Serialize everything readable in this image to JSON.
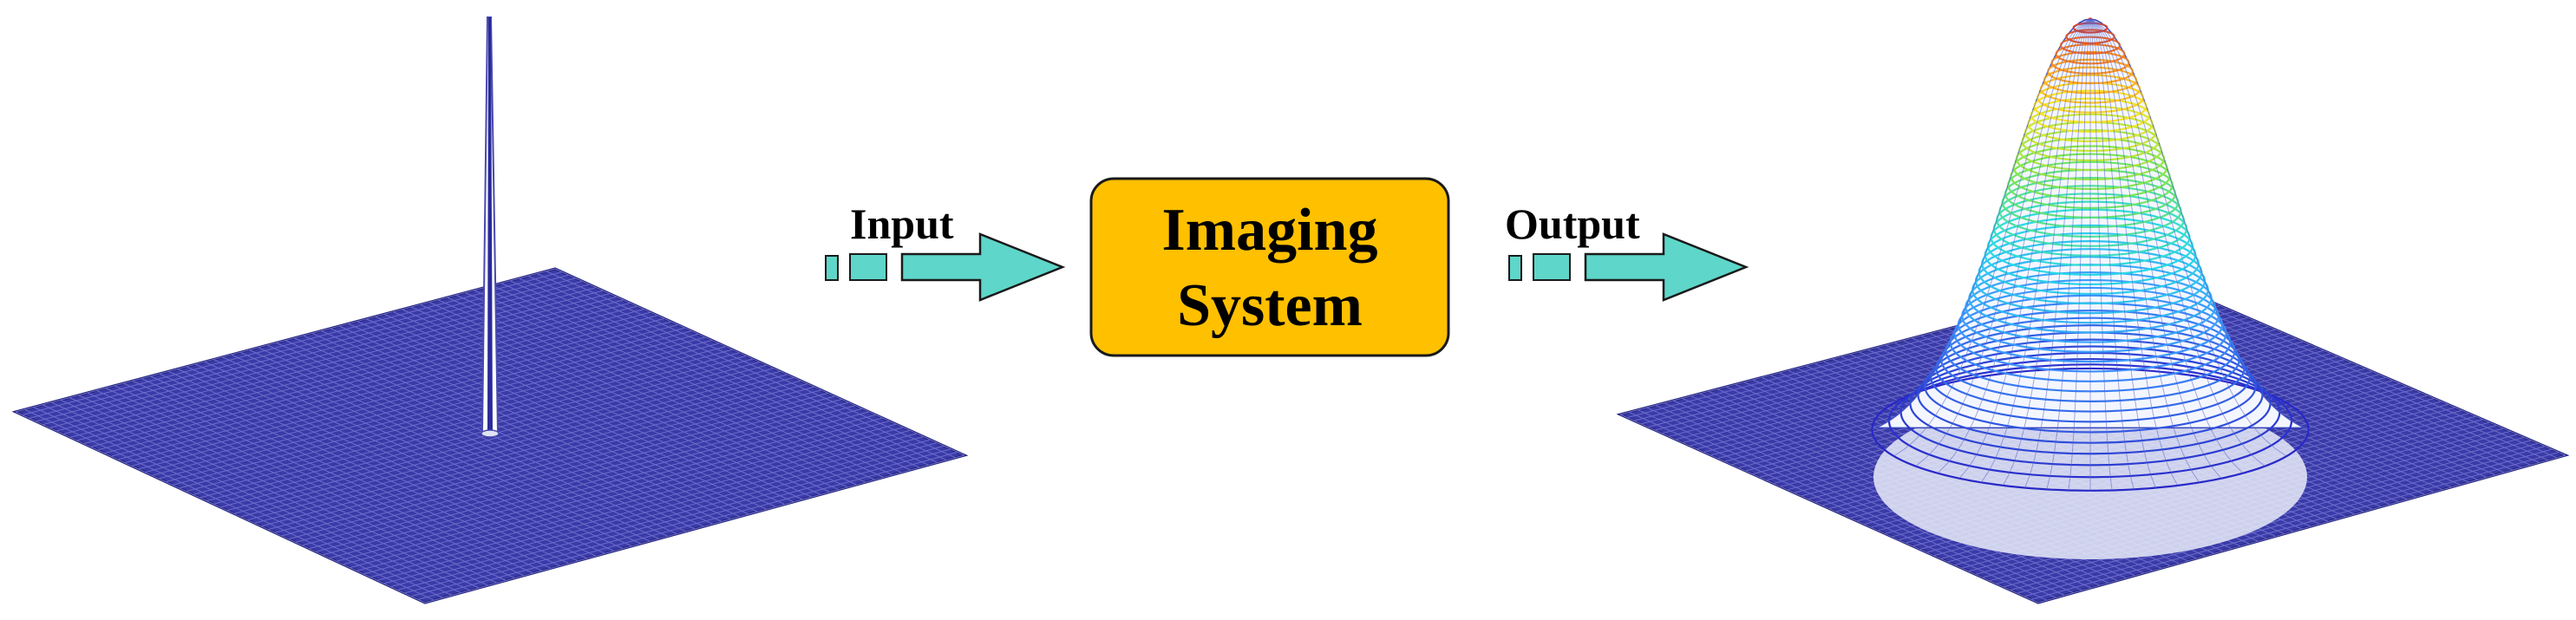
{
  "diagram": {
    "input_label": "Input",
    "output_label": "Output",
    "system_label_line1": "Imaging",
    "system_label_line2": "System"
  },
  "colors": {
    "background": "#ffffff",
    "grid_fill": "#3a3aa8",
    "grid_line": "#1e1e7a",
    "arrow_fill": "#5ed6c9",
    "arrow_stroke": "#1a1a1a",
    "system_box_fill": "#ffc000",
    "system_box_stroke": "#1a1a1a",
    "spike": "#2a2a9a"
  },
  "icons": {
    "input_surface": "delta-spike-surface-icon",
    "output_surface": "gaussian-surface-icon",
    "arrow": "right-arrow-icon"
  }
}
